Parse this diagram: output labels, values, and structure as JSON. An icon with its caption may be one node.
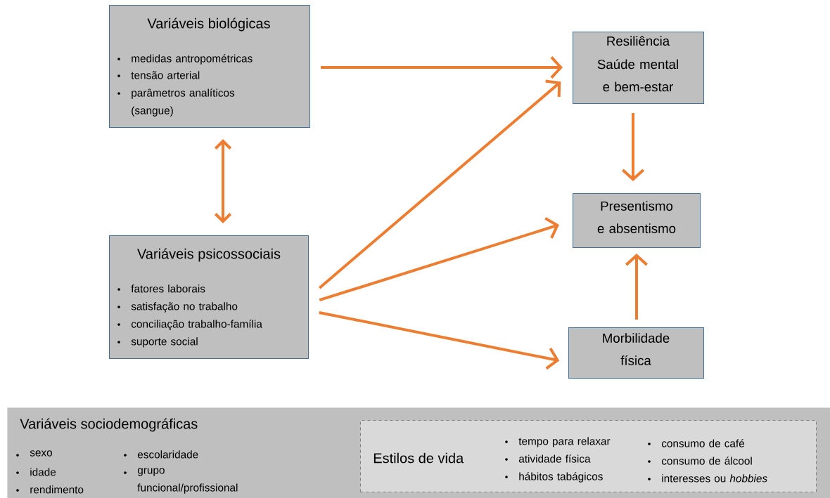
{
  "diagram": {
    "nodes": [
      {
        "text": [
          "Variáveis biológicas",
          "medidas antropométricas",
          "tensão arterial",
          "parâmetros analíticos (sangue)"
        ]
      },
      {
        "text": [
          "Variáveis psicossociais",
          "fatores laborais",
          "satisfação no trabalho",
          "conciliação trabalho-família",
          "suporte social"
        ]
      },
      {
        "text": [
          "Resiliência",
          "Saúde mental e bem-estar"
        ]
      },
      {
        "text": [
          "Presentismo e absentismo"
        ]
      },
      {
        "text": [
          "Morbilidade física"
        ]
      },
      {
        "text": [
          "Variáveis sociodemográficas",
          "sexo",
          "idade",
          "rendimento",
          "escolaridade",
          "grupo funcional/profissional"
        ]
      },
      {
        "text": [
          "Estilos de vida",
          "tempo para relaxar",
          "atividade física",
          "hábitos tabágicos",
          "consumo de café",
          "consumo de álcool",
          "interesses ou *hobbies*"
        ],
        "in": 5
      }
    ],
    "edges": [
      {
        "from": 0,
        "to": 2,
        "arrow": "to"
      },
      {
        "from": 0,
        "to": 1,
        "arrow": "both"
      },
      {
        "from": 1,
        "to": 2,
        "arrow": "to"
      },
      {
        "from": 1,
        "to": 3,
        "arrow": "to"
      },
      {
        "from": 1,
        "to": 4,
        "arrow": "to"
      },
      {
        "from": 2,
        "to": 3,
        "arrow": "to"
      },
      {
        "from": 4,
        "to": 3,
        "arrow": "to"
      }
    ]
  }
}
